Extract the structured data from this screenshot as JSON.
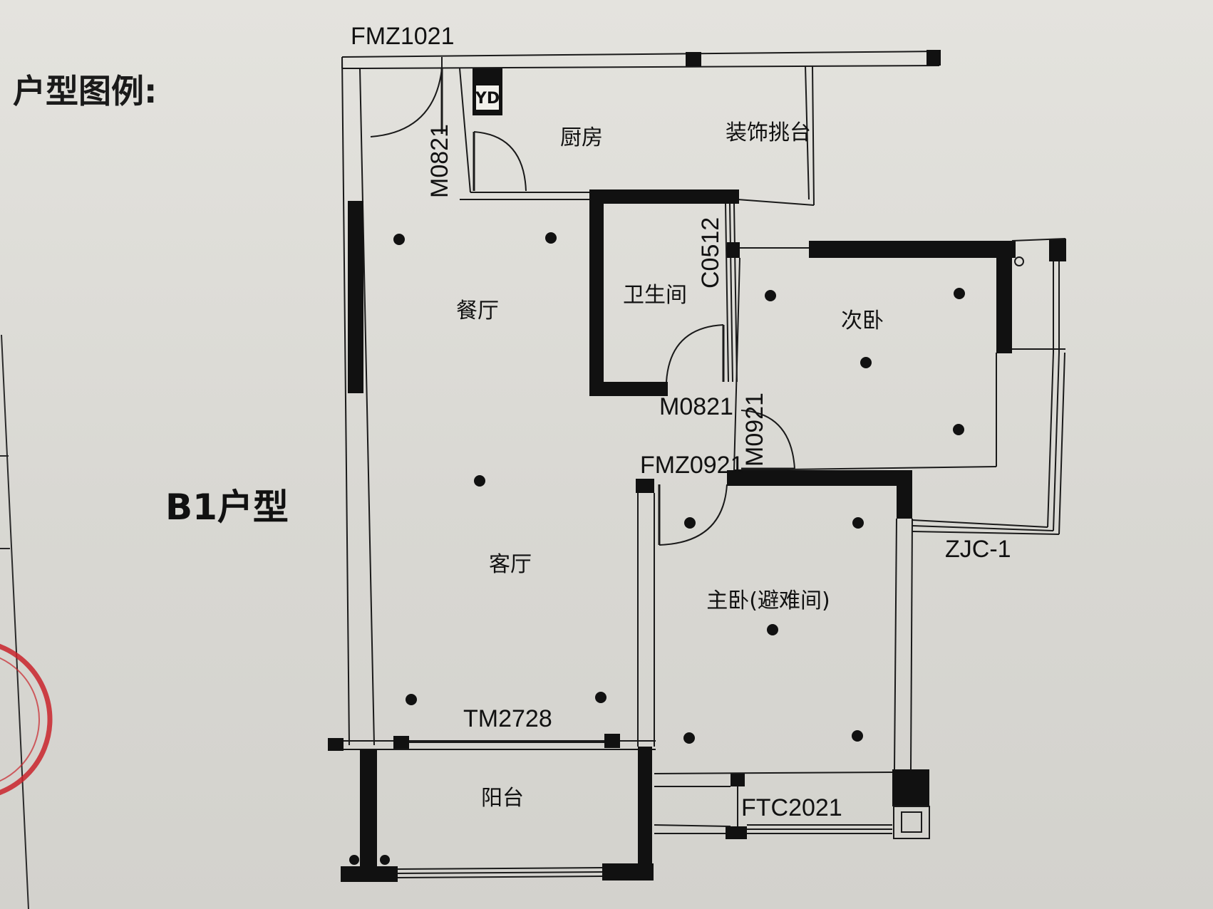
{
  "heading": "户型图例:",
  "unit_type": "B1户型",
  "rooms": {
    "kitchen": "厨房",
    "decor_ledge": "装饰挑台",
    "dining": "餐厅",
    "bathroom": "卫生间",
    "second_bedroom": "次卧",
    "living": "客厅",
    "master_bedroom": "主卧(避难间)",
    "balcony": "阳台"
  },
  "codes": {
    "entry_door": "FMZ1021",
    "kitchen_door": "M0821",
    "bath_window": "C0512",
    "bath_door": "M0821",
    "second_bed_door": "M0921",
    "master_door": "FMZ0921",
    "corner_window": "ZJC-1",
    "balcony_door": "TM2728",
    "master_window": "FTC2021"
  },
  "fixtures": {
    "pipe_shaft": "YD"
  },
  "colors": {
    "wall": "#111111",
    "line": "#1a1a1a",
    "stamp": "#c9232b"
  }
}
